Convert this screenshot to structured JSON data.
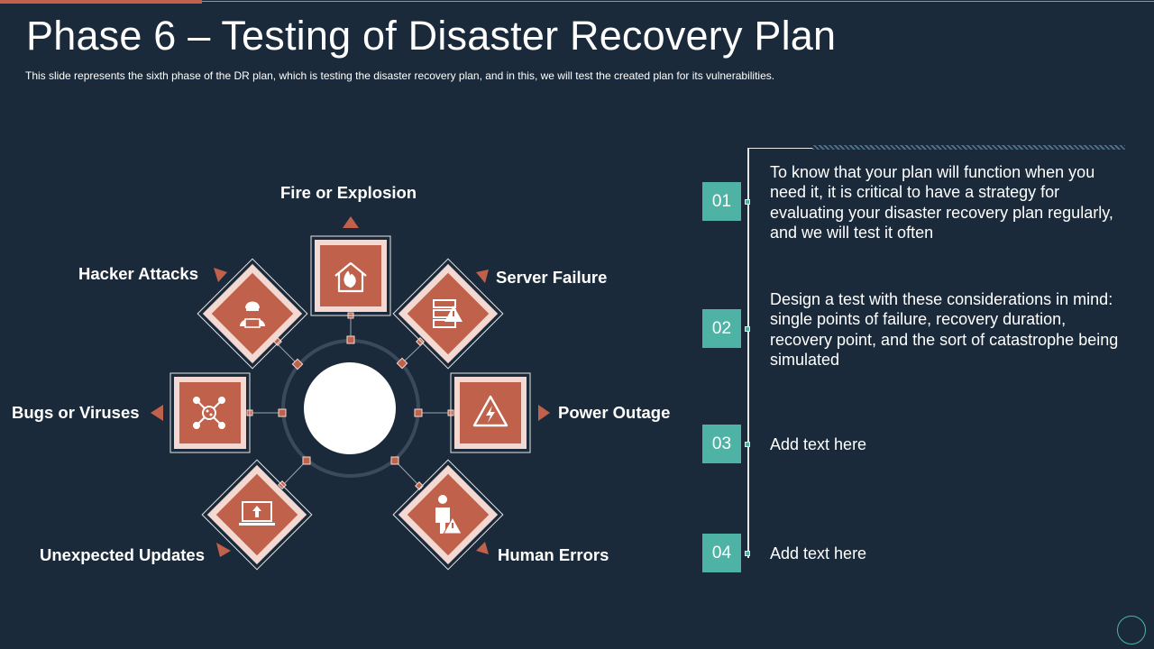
{
  "slide": {
    "title": "Phase 6 – Testing of Disaster Recovery Plan",
    "subtitle": "This slide represents the sixth phase of the DR plan, which is testing the disaster recovery  plan, and in this, we will test the created plan for its vulnerabilities."
  },
  "colors": {
    "background": "#1b2a3a",
    "accent": "#c0614b",
    "tile_light": "#f3d9d1",
    "teal": "#4eb3a4",
    "ring": "#3a4a5a"
  },
  "diagram": {
    "threats": [
      {
        "label": "Fire or Explosion",
        "icon": "fire-house-icon"
      },
      {
        "label": "Server Failure",
        "icon": "server-warning-icon"
      },
      {
        "label": "Power Outage",
        "icon": "power-warning-icon"
      },
      {
        "label": "Human Errors",
        "icon": "person-warning-icon"
      },
      {
        "label": "Unexpected Updates",
        "icon": "laptop-upload-icon"
      },
      {
        "label": "Bugs or Viruses",
        "icon": "virus-icon"
      },
      {
        "label": "Hacker Attacks",
        "icon": "hacker-icon"
      }
    ]
  },
  "steps": [
    {
      "num": "01",
      "text": "To know that  your plan will function when you need it, it is critical to have a strategy for evaluating your disaster recovery plan regularly, and we will test it often"
    },
    {
      "num": "02",
      "text": "Design a test with these considerations in mind: single points of failure, recovery duration, recovery point, and the sort of catastrophe being simulated"
    },
    {
      "num": "03",
      "text": "Add text here"
    },
    {
      "num": "04",
      "text": "Add text here"
    }
  ]
}
